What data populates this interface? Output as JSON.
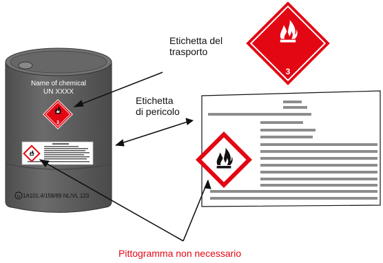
{
  "drum": {
    "chemical_name": "Name of chemical",
    "un_number": "UN XXXX",
    "class_number": "3",
    "embossed_mark": "1A101.4/158/89 NL/VL 123",
    "un_symbol": "u-circle"
  },
  "labels": {
    "transport": [
      "Etichetta del",
      "trasporto"
    ],
    "hazard": [
      "Etichetta",
      "di pericolo"
    ],
    "not_needed": "Pittogramma non necessario"
  },
  "transport_diamond": {
    "class_number": "3",
    "icon": "flame-icon"
  },
  "colors": {
    "red": "#e30613",
    "drum": "#5e5e5e",
    "drum_dark": "#3f3f3f",
    "text_lines": "#8c8c8c"
  }
}
